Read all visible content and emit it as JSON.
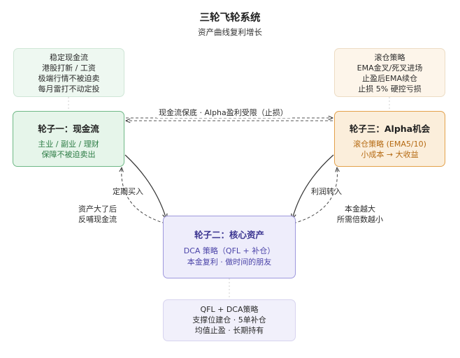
{
  "title": "三轮飞轮系统",
  "subtitle": "资产曲线复利增长",
  "notes": {
    "top_left": [
      "稳定现金流",
      "港股打新 / 工资",
      "极端行情不被迫卖",
      "每月雷打不动定投"
    ],
    "top_right": [
      "滚仓策略",
      "EMA金叉/死叉进场",
      "止盈后EMA续仓",
      "止损 5% 硬控亏损"
    ],
    "bottom": [
      "QFL + DCA策略",
      "支撑位建仓 · 5单补仓",
      "均值止盈 · 长期持有"
    ]
  },
  "wheels": {
    "one": {
      "title": "轮子一：现金流",
      "lines": [
        "主业 / 副业 / 理财",
        "保障不被迫卖出"
      ]
    },
    "two": {
      "title": "轮子二：核心资产",
      "lines": [
        "DCA 策略（QFL + 补仓）",
        "本金复利 · 做时间的朋友"
      ]
    },
    "three": {
      "title": "轮子三：Alpha机会",
      "lines": [
        "滚仓策略 (EMA5/10)",
        "小成本 → 大收益"
      ]
    }
  },
  "links": {
    "top": "现金流保底 · Alpha盈利受限（止损）",
    "one_to_two": "定期买入",
    "two_to_one": [
      "资产大了后",
      "反哺现金流"
    ],
    "three_to_two": "利润转入",
    "two_to_three": [
      "本金越大",
      "所需倍数越小"
    ]
  },
  "colors": {
    "wheel_one_border": "#6fb886",
    "wheel_two_border": "#9e98dd",
    "wheel_three_border": "#e3a14b",
    "arrow": "#333333"
  }
}
